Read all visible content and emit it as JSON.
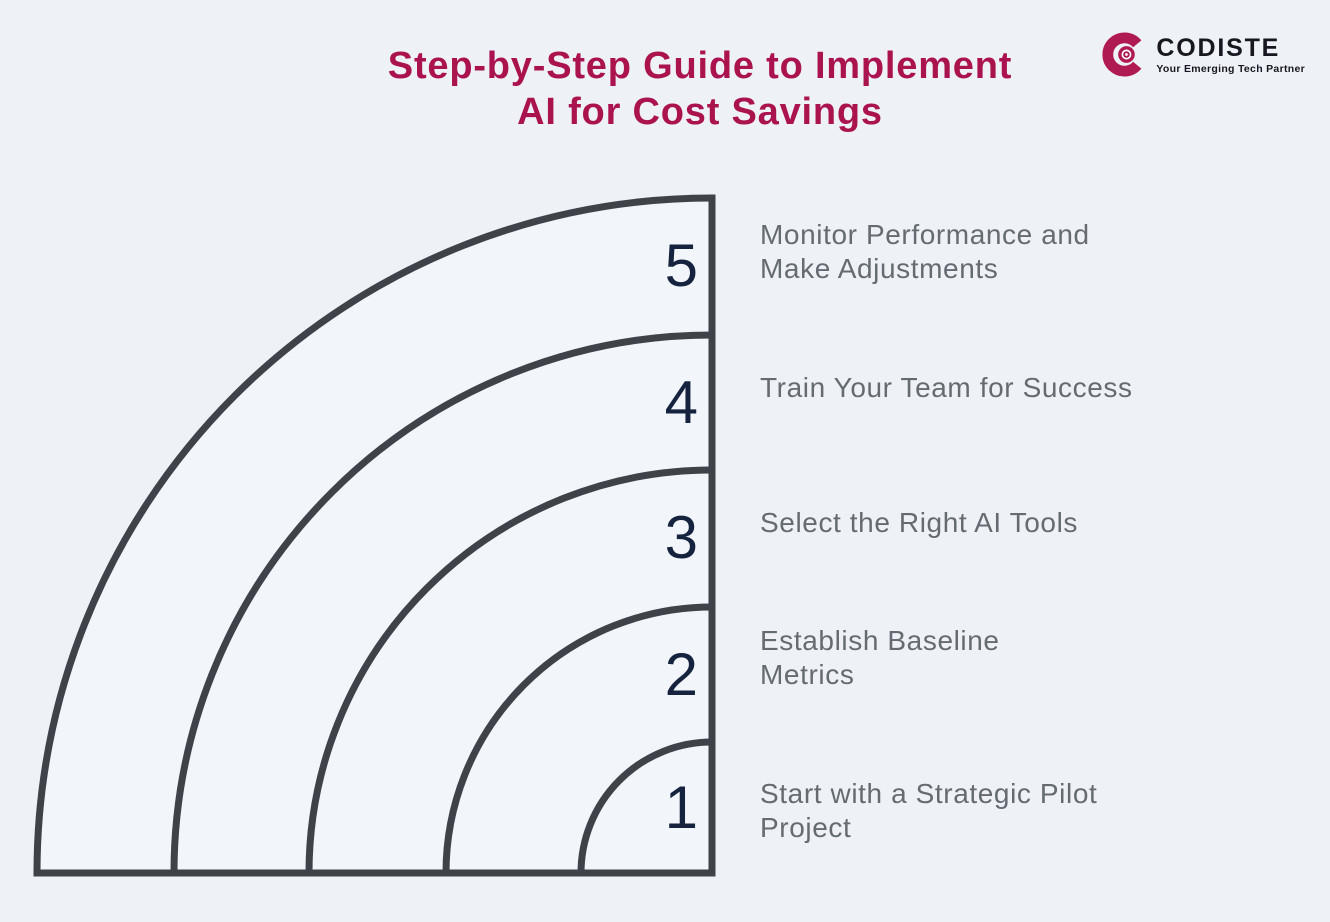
{
  "title": {
    "line1": "Step-by-Step Guide to Implement",
    "line2": "AI for Cost Savings"
  },
  "logo": {
    "name": "CODISTE",
    "tagline": "Your Emerging Tech Partner"
  },
  "steps": [
    {
      "number": "5",
      "label": "Monitor Performance and\nMake Adjustments"
    },
    {
      "number": "4",
      "label": "Train Your Team for Success"
    },
    {
      "number": "3",
      "label": "Select the Right AI Tools"
    },
    {
      "number": "2",
      "label": "Establish Baseline\nMetrics"
    },
    {
      "number": "1",
      "label": "Start with a Strategic Pilot\nProject"
    }
  ],
  "colors": {
    "background": "#eef2f7",
    "title": "#ab134f",
    "arc_stroke": "#3f4349",
    "number": "#16233e",
    "label": "#666b71",
    "logo_accent": "#b01a52"
  }
}
